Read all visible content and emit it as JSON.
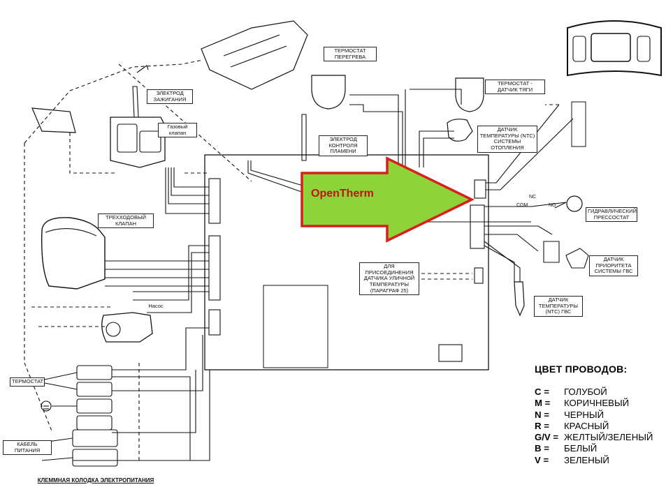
{
  "components": {
    "thermostat_overheat": "ТЕРМОСТАТ ПЕРЕГРЕВА",
    "thermostat_draft": "ТЕРМОСТАТ - ДАТЧИК ТЯГИ",
    "ignition_electrode": "ЭЛЕКТРОД ЗАЖИГАНИЯ",
    "gas_valve": "Газовый клапан",
    "flame_electrode": "ЭЛЕКТРОД КОНТРОЛЯ ПЛАМЕНИ",
    "ntc_heating": "ДАТЧИК ТЕМПЕРАТУРЫ (NTC) СИСТЕМЫ ОТОПЛЕНИЯ",
    "three_way_valve": "ТРЕХХОДОВЫЙ КЛАПАН",
    "pump": "Насос",
    "hydraulic_pressostat": "ГИДРАВЛИЧЕСКИЙ ПРЕССОСТАТ",
    "dhw_priority_sensor": "ДАТЧИК ПРИОРИТЕТА СИСТЕМЫ ГВС",
    "ntc_dhw": "ДАТЧИК ТЕМПЕРАТУРЫ (NTC) ГВС",
    "outdoor_sensor": "ДЛЯ ПРИСОЕДИНЕНИЯ ДАТЧИКА УЛИЧНОЙ ТЕМПЕРАТУРЫ (ПАРАГРАФ 25)",
    "room_thermostat": "ТЕРМОСТАТ",
    "power_cable": "КАБЕЛЬ ПИТАНИЯ",
    "terminal_block": "КЛЕММНАЯ КОЛОДКА ЭЛЕКТРОПИТАНИЯ"
  },
  "opentherm_label": "OpenTherm",
  "switch_labels": {
    "nc": "NC",
    "com": "COM",
    "no": "NO"
  },
  "colors": {
    "arrow_fill": "#8fd33a",
    "arrow_border": "#d8201a",
    "text_red": "#c0140f"
  },
  "wire_legend": {
    "title": "ЦВЕТ ПРОВОДОВ:",
    "items": [
      {
        "code": "C =",
        "color": "ГОЛУБОЙ"
      },
      {
        "code": "M =",
        "color": "КОРИЧНЕВЫЙ"
      },
      {
        "code": "N =",
        "color": "ЧЕРНЫЙ"
      },
      {
        "code": "R =",
        "color": "КРАСНЫЙ"
      },
      {
        "code": "G/V =",
        "color": "ЖЕЛТЫЙ/ЗЕЛЕНЫЙ"
      },
      {
        "code": "B =",
        "color": "БЕЛЫЙ"
      },
      {
        "code": "V =",
        "color": "ЗЕЛЕНЫЙ"
      }
    ]
  }
}
